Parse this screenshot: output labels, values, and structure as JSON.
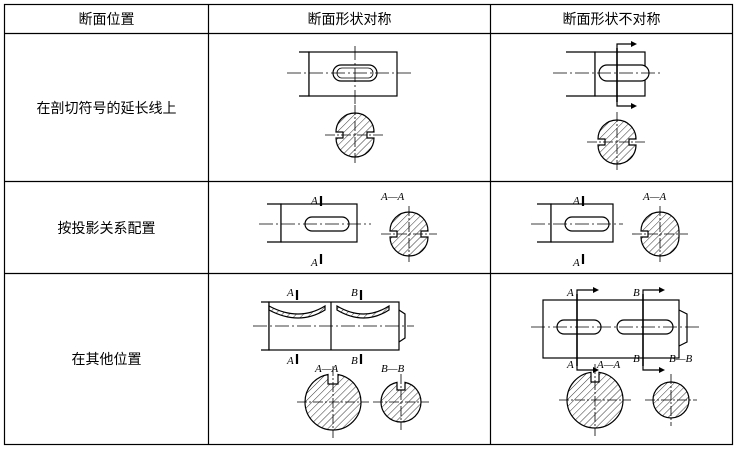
{
  "table": {
    "headers": [
      "断面位置",
      "断面形状对称",
      "断面形状不对称"
    ],
    "rows": [
      {
        "position": "在剖切符号的延长线上"
      },
      {
        "position": "按投影关系配置"
      },
      {
        "position": "在其他位置"
      }
    ]
  },
  "labels": {
    "A": "A",
    "B": "B",
    "AA": "A—A",
    "BB": "B—B"
  }
}
